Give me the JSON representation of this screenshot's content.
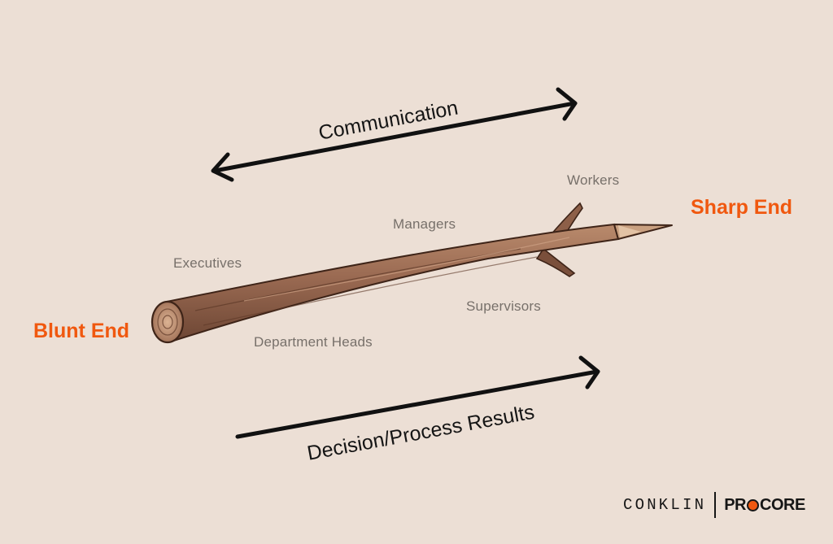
{
  "labels": {
    "communication": "Communication",
    "decision": "Decision/Process Results",
    "workers": "Workers",
    "managers": "Managers",
    "executives": "Executives",
    "supervisors": "Supervisors",
    "department_heads": "Department Heads",
    "blunt_end": "Blunt End",
    "sharp_end": "Sharp End"
  },
  "brand": {
    "conklin": "CONKLIN",
    "procore_left": "PR",
    "procore_right": "CORE"
  },
  "colors": {
    "background": "#ecdfd5",
    "accent": "#f0580f",
    "arrow": "#111111",
    "role_text": "#77706a",
    "wood": "#9a6a52"
  },
  "icons": {
    "communication_arrow": "double-arrow-icon",
    "decision_arrow": "right-arrow-icon",
    "stick": "wooden-stick-icon"
  }
}
